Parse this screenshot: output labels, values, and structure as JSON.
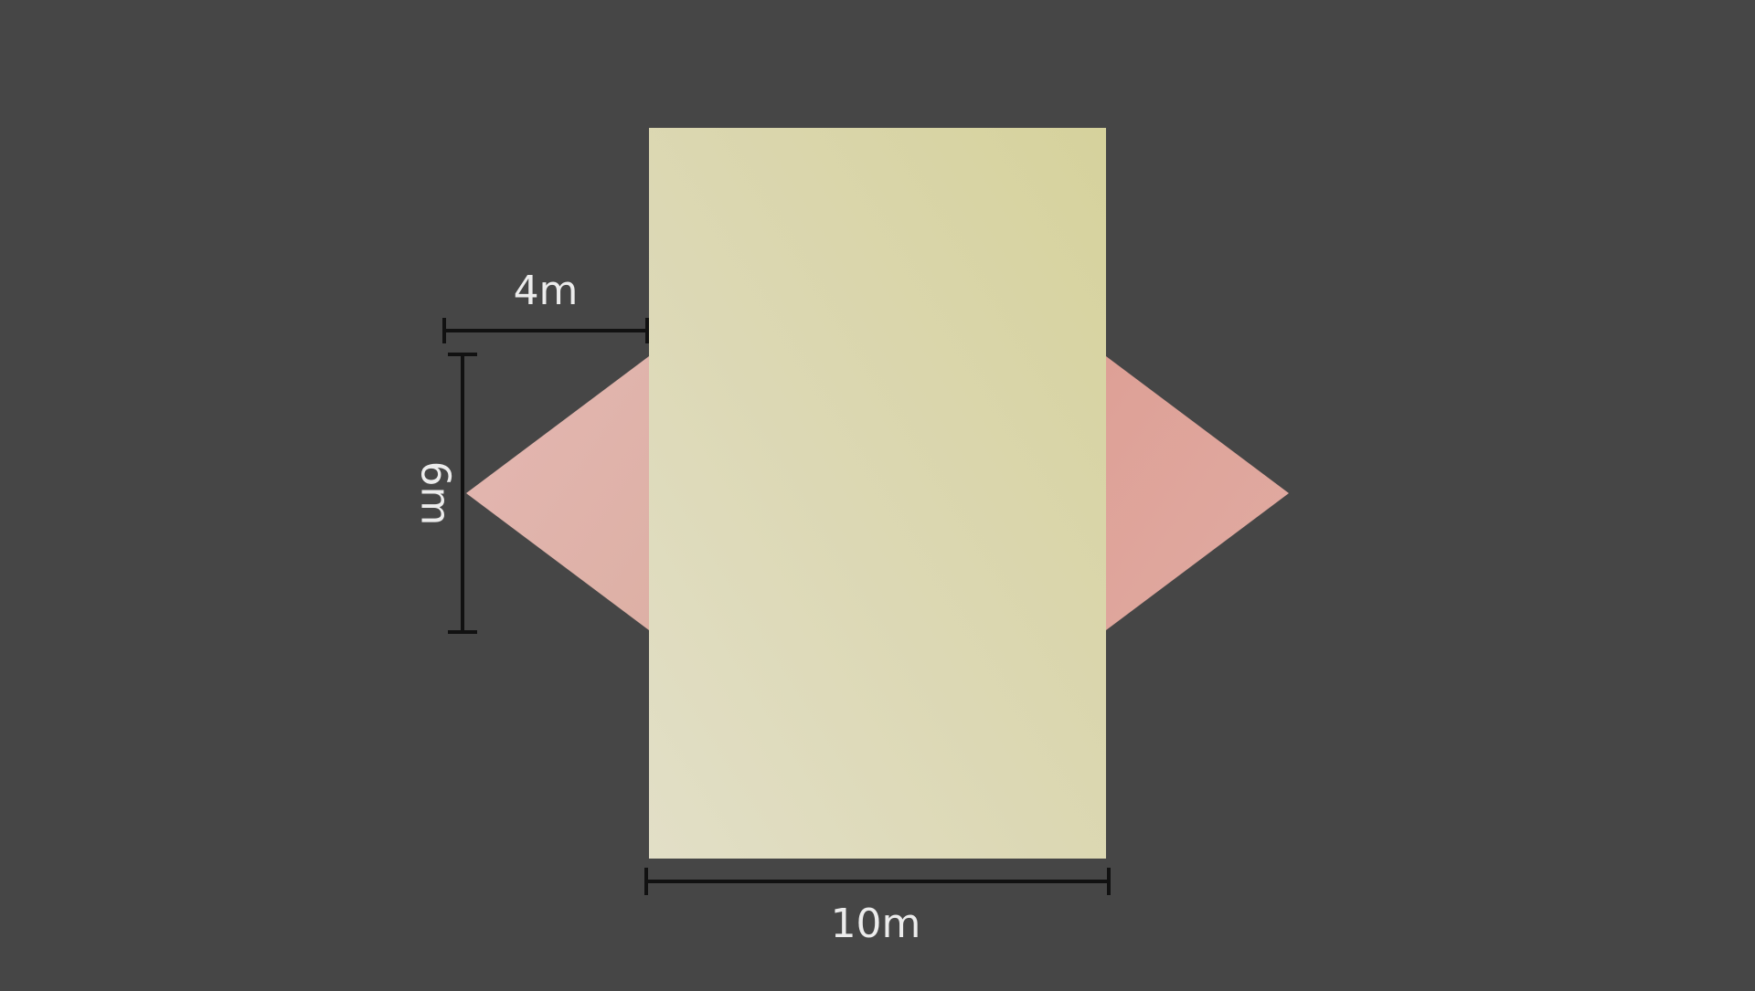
{
  "diagram": {
    "labels": {
      "top_width": "4m",
      "side_height": "6m",
      "bottom_width": "10m"
    },
    "colors": {
      "background": "#464646",
      "rectangle_light": "#e2dfc7",
      "rectangle_dark": "#d6d29c",
      "triangle_light": "#e2b8b3",
      "triangle_dark": "#dd9f93",
      "dimension_line": "#111111",
      "label_text": "#ececec"
    }
  }
}
